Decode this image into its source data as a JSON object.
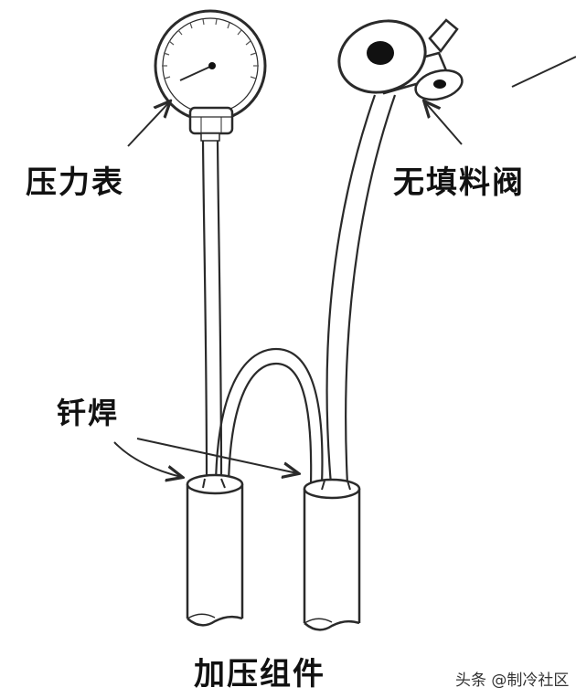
{
  "labels": {
    "pressure_gauge": "压力表",
    "fill_valve": "无填料阀",
    "brazing": "钎焊",
    "pressure_assembly": "加压组件"
  },
  "watermark": "头条 @制冷社区",
  "colors": {
    "line": "#2a2a2a",
    "background": "#ffffff"
  }
}
